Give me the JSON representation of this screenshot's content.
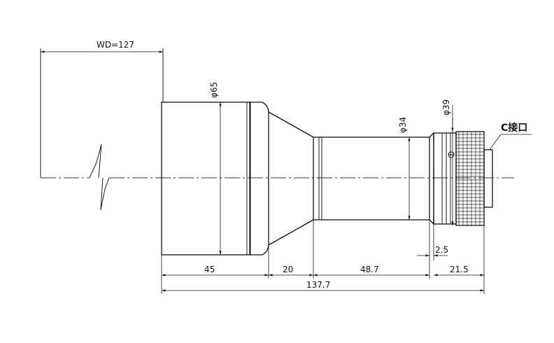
{
  "drawing": {
    "working_distance": "WD=127",
    "diameters": {
      "front": "φ65",
      "middle": "φ34",
      "rear": "φ39"
    },
    "mount_label": "C接口",
    "dimensions": {
      "front_barrel": "45",
      "taper": "20",
      "middle_barrel": "48.7",
      "flange_gap": "2.5",
      "mount": "21.5",
      "total": "137.7"
    }
  }
}
